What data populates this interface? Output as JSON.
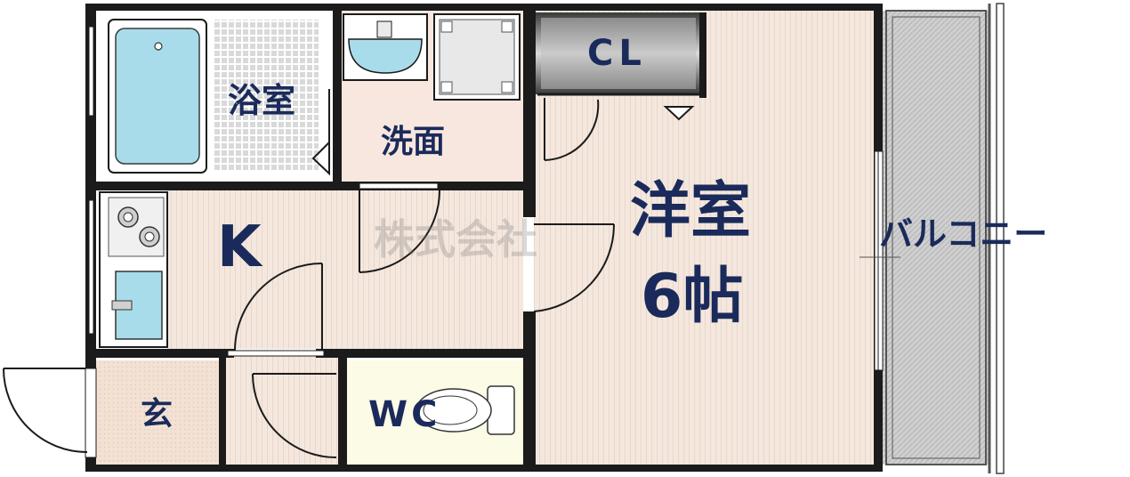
{
  "rooms": {
    "bath": "浴室",
    "washroom": "洗面",
    "closet": "CL",
    "western_room": "洋室",
    "western_room_size": "6帖",
    "kitchen": "K",
    "entrance": "玄",
    "toilet": "WC",
    "balcony": "バルコニー"
  },
  "watermark": "株式会社",
  "colors": {
    "wall": "#1b1b1b",
    "floor_wood": "#f4e7de",
    "floor_stripe": "#e6d2c6",
    "text": "#1a2a5a",
    "balcony_fill": "#c8c8c8",
    "tile_grid": "#bdbdbd",
    "fixture_blue": "#a9dcea",
    "toilet_floor": "#fbfbe6",
    "closet_dark": "#5a5a5a"
  }
}
